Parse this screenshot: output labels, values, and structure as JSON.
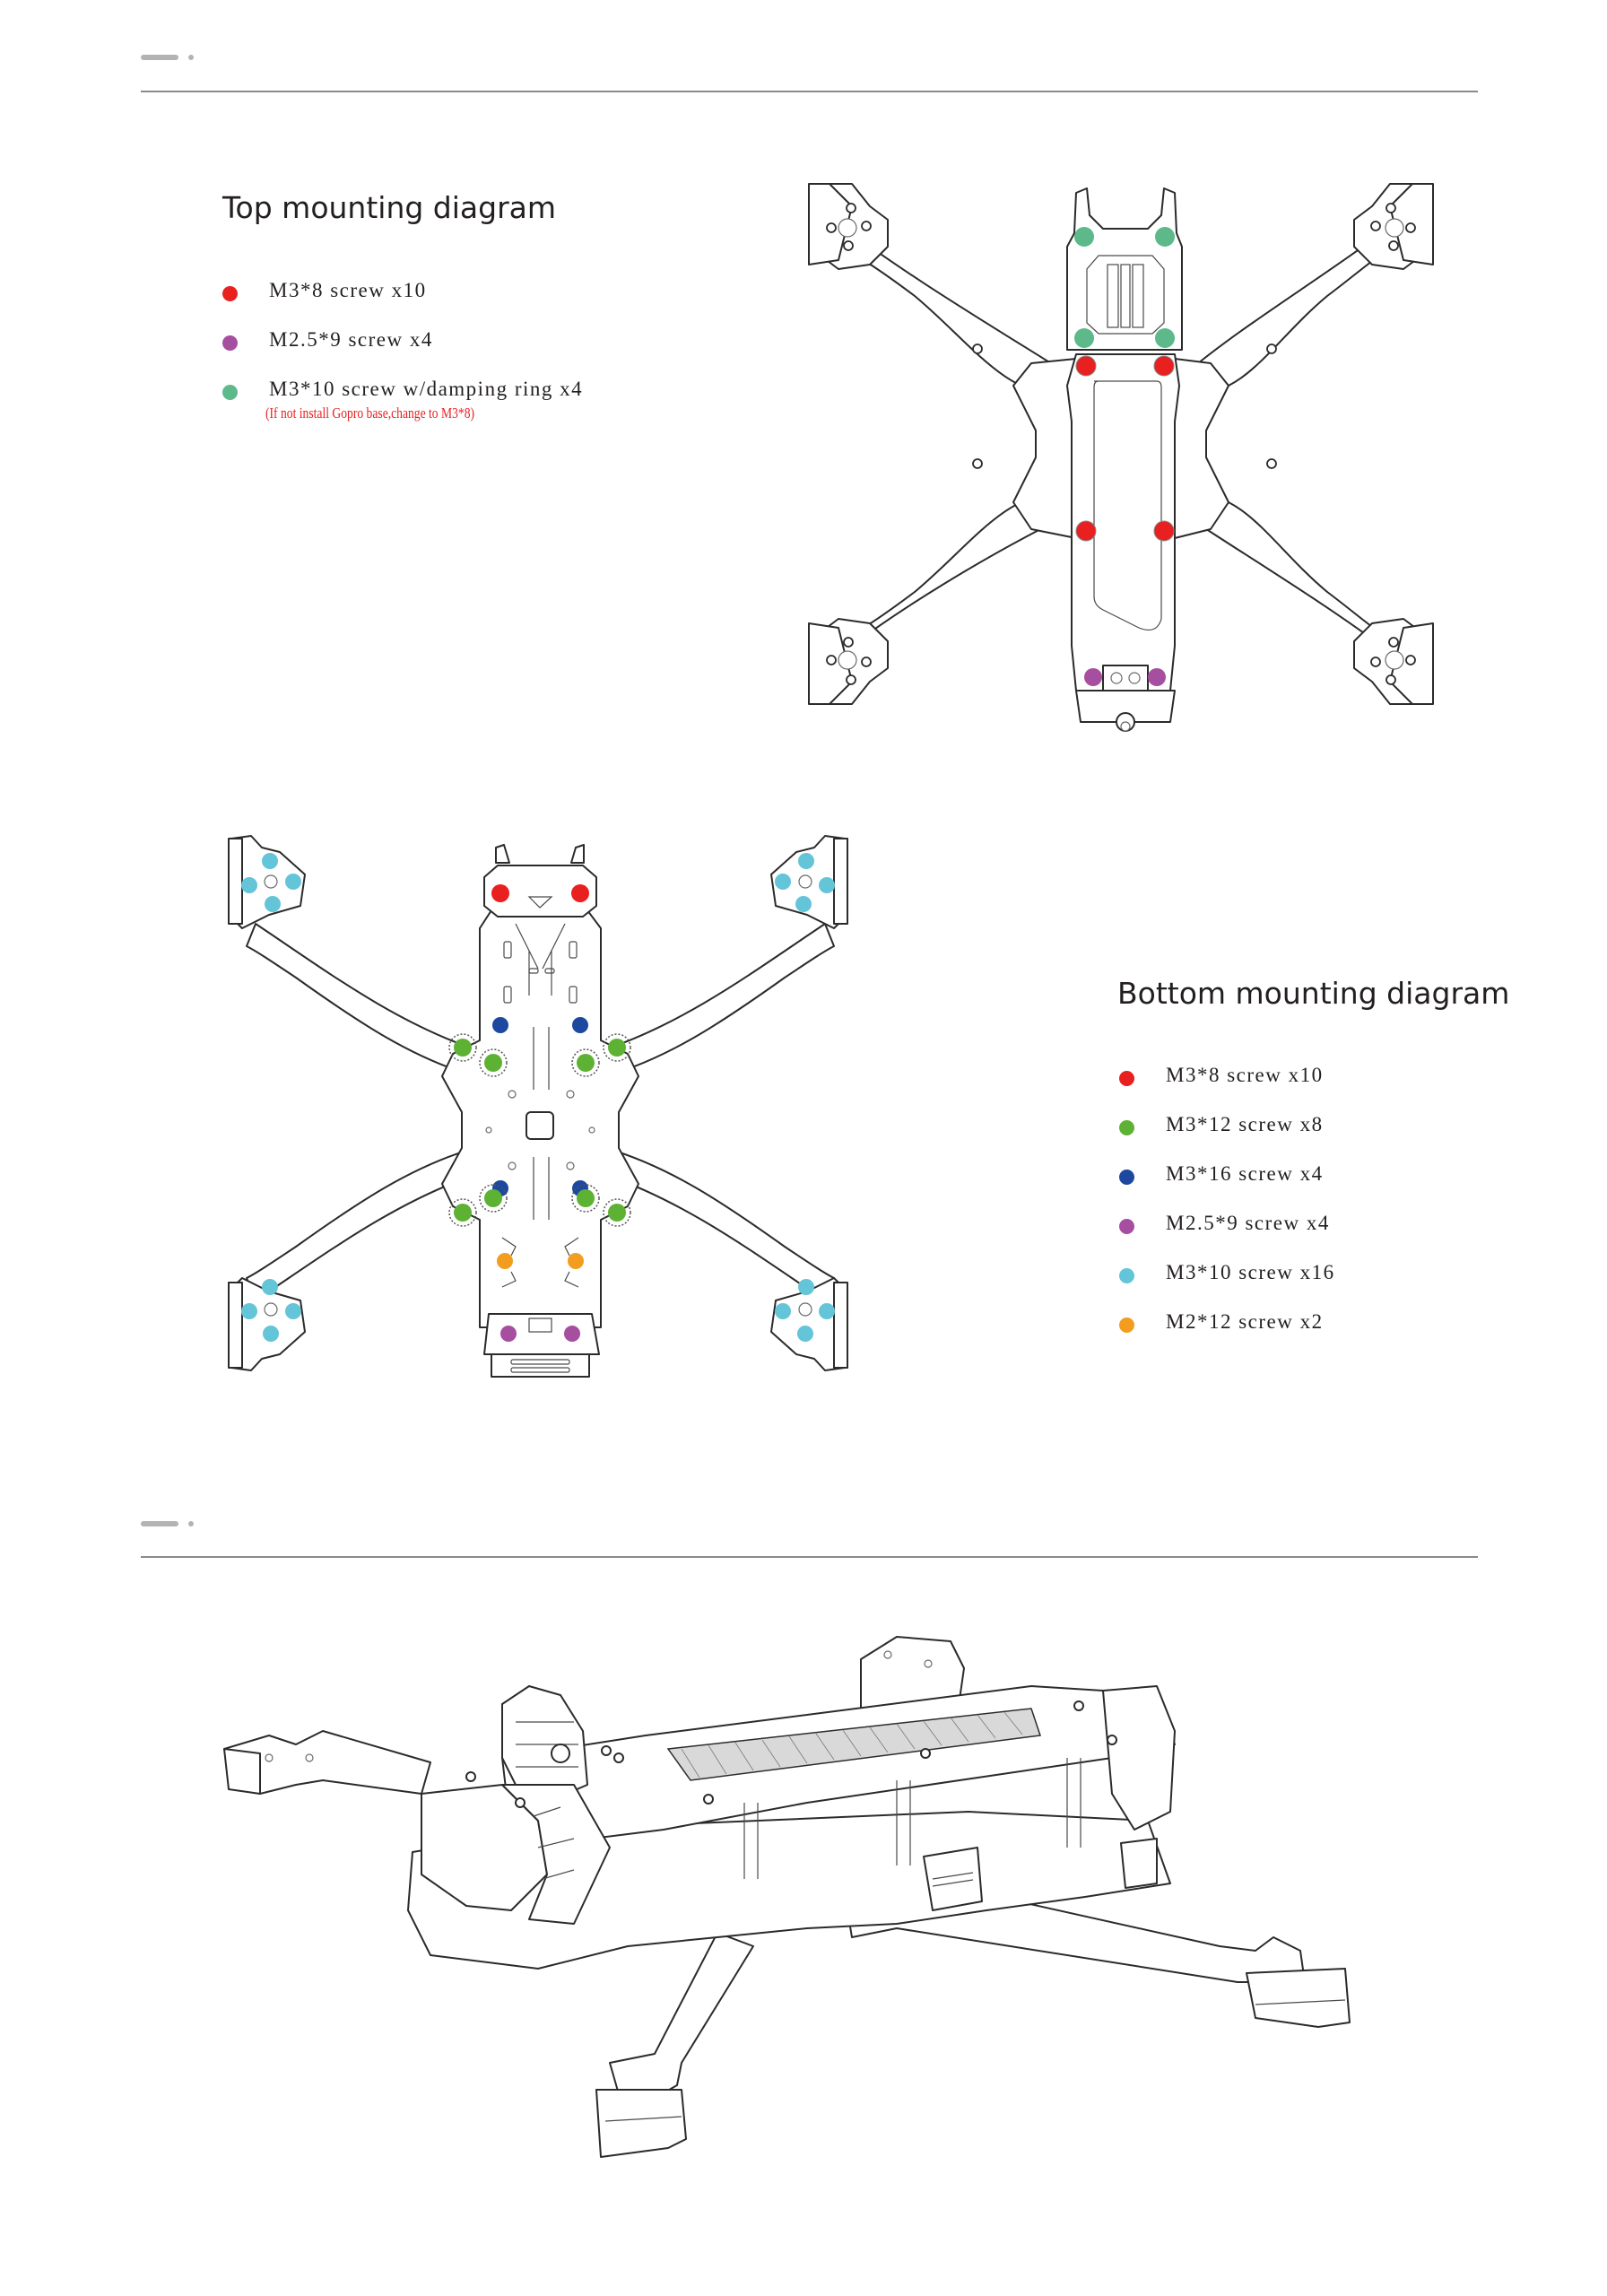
{
  "sections": [
    {
      "id": "mounting",
      "top_diagram": {
        "title": "Top mounting diagram",
        "legend": [
          {
            "label": "M3*8 screw x10",
            "color": "#e8201f",
            "icon": "red-dot-icon"
          },
          {
            "label": "M2.5*9 screw x4",
            "color": "#a64ea0",
            "icon": "purple-dot-icon"
          },
          {
            "label": "M3*10 screw w/damping ring x4",
            "color": "#5db88a",
            "icon": "green-dot-icon"
          }
        ],
        "note": "(If not install Gopro base,change to M3*8)",
        "note_color": "#e8201f"
      },
      "bottom_diagram": {
        "title": "Bottom mounting diagram",
        "legend": [
          {
            "label": "M3*8 screw x10",
            "color": "#e8201f",
            "icon": "red-dot-icon"
          },
          {
            "label": "M3*12 screw x8",
            "color": "#5db233",
            "icon": "green-dot-icon"
          },
          {
            "label": "M3*16 screw x4",
            "color": "#1c48a0",
            "icon": "blue-dot-icon"
          },
          {
            "label": "M2.5*9 screw x4",
            "color": "#a64ea0",
            "icon": "purple-dot-icon"
          },
          {
            "label": "M3*10 screw x16",
            "color": "#64c4d8",
            "icon": "cyan-dot-icon"
          },
          {
            "label": "M2*12 screw x2",
            "color": "#f29d1f",
            "icon": "orange-dot-icon"
          }
        ]
      }
    },
    {
      "id": "assembly-view"
    }
  ],
  "colors": {
    "divider": "#8a8a8a",
    "marker": "#b3b3b3",
    "line": "#2b2b2b"
  }
}
